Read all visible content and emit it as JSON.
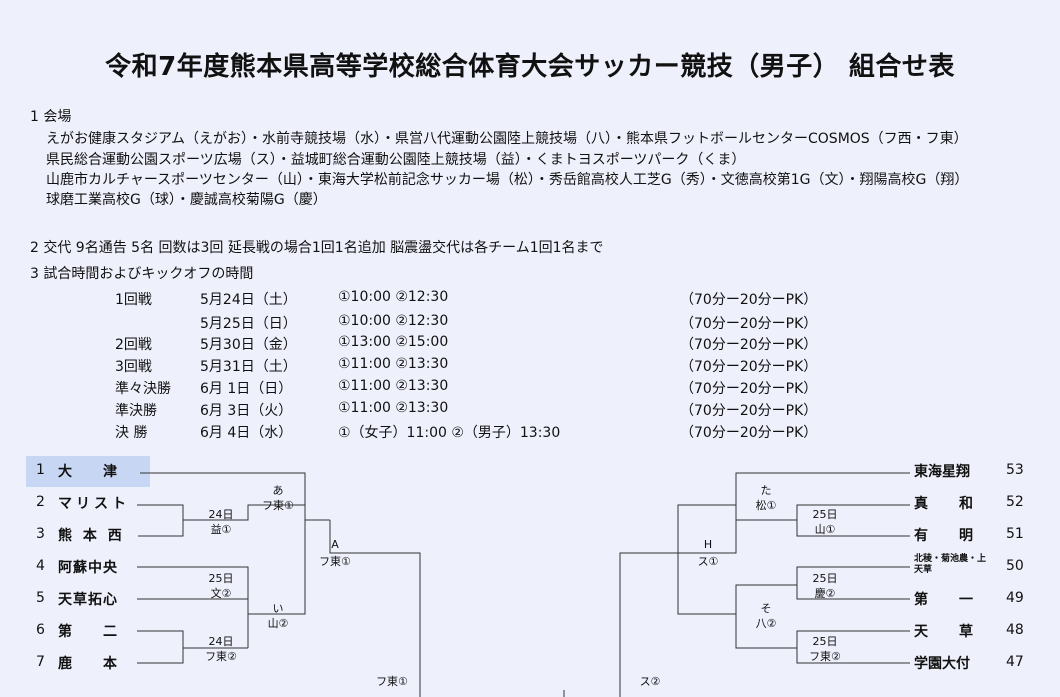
{
  "title": "令和7年度熊本県高等学校総合体育大会サッカー競技（男子） 組合せ表",
  "venue": {
    "heading": "1 会場",
    "lines": [
      "えがお健康スタジアム（えがお）・水前寺競技場（水）・県営八代運動公園陸上競技場（八）・熊本県フットボールセンターCOSMOS（フ西・フ東）",
      "県民総合運動公園スポーツ広場（ス）・益城町総合運動公園陸上競技場（益）・くまトヨスポーツパーク（くま）",
      "山鹿市カルチャースポーツセンター（山）・東海大学松前記念サッカー場（松）・秀岳館高校人工芝G（秀）・文徳高校第1G（文）・翔陽高校G（翔）",
      "球磨工業高校G（球）・慶誠高校菊陽G（慶）"
    ]
  },
  "substitution": "2 交代 9名通告 5名 回数は3回 延長戦の場合1回1名追加 脳震盪交代は各チーム1回1名まで",
  "schedule": {
    "heading": "3 試合時間およびキックオフの時間",
    "rows": [
      {
        "round": "1回戦",
        "date": "5月24日（土）",
        "times": "①10:00 ②12:30",
        "format": "（70分ー20分ーPK）"
      },
      {
        "round": "",
        "date": "5月25日（日）",
        "times": "①10:00 ②12:30",
        "format": "（70分ー20分ーPK）"
      },
      {
        "round": "2回戦",
        "date": "5月30日（金）",
        "times": "①13:00 ②15:00",
        "format": "（70分ー20分ーPK）"
      },
      {
        "round": "3回戦",
        "date": "5月31日（土）",
        "times": "①11:00 ②13:30",
        "format": "（70分ー20分ーPK）"
      },
      {
        "round": "準々決勝",
        "date": "6月 1日（日）",
        "times": "①11:00 ②13:30",
        "format": "（70分ー20分ーPK）"
      },
      {
        "round": "準決勝",
        "date": "6月 3日（火）",
        "times": "①11:00 ②13:30",
        "format": "（70分ー20分ーPK）"
      },
      {
        "round": "決 勝",
        "date": "6月 4日（水）",
        "times": "①（女子）11:00 ②（男子）13:30",
        "format": "（70分ー20分ーPK）"
      }
    ]
  },
  "left_teams": [
    {
      "num": "1",
      "name": "大　　津"
    },
    {
      "num": "2",
      "name": "マリスト"
    },
    {
      "num": "3",
      "name": "熊 本 西"
    },
    {
      "num": "4",
      "name": "阿蘇中央"
    },
    {
      "num": "5",
      "name": "天草拓心"
    },
    {
      "num": "6",
      "name": "第　　二"
    },
    {
      "num": "7",
      "name": "鹿　　本"
    }
  ],
  "right_teams": [
    {
      "num": "53",
      "name": "東海星翔"
    },
    {
      "num": "52",
      "name": "真　　和"
    },
    {
      "num": "51",
      "name": "有　　明"
    },
    {
      "num": "50",
      "name": "北稜・菊池農・上天草"
    },
    {
      "num": "49",
      "name": "第　　一"
    },
    {
      "num": "48",
      "name": "天　　草"
    },
    {
      "num": "47",
      "name": "学園大付"
    }
  ],
  "left_matches": {
    "m1": {
      "date": "24日",
      "venue": "益①"
    },
    "m2": {
      "date": "25日",
      "venue": "文②"
    },
    "m3": {
      "date": "24日",
      "venue": "フ東②"
    },
    "a": {
      "label": "あ",
      "venue": "フ東①"
    },
    "i": {
      "label": "い",
      "venue": "山②"
    },
    "A": {
      "label": "A",
      "venue": "フ東①"
    },
    "next": {
      "venue": "フ東①"
    }
  },
  "right_matches": {
    "m1": {
      "date": "25日",
      "venue": "山①"
    },
    "m2": {
      "date": "25日",
      "venue": "慶②"
    },
    "m3": {
      "date": "25日",
      "venue": "フ東②"
    },
    "ta": {
      "label": "た",
      "venue": "松①"
    },
    "so": {
      "label": "そ",
      "venue": "八②"
    },
    "H": {
      "label": "H",
      "venue": "ス①"
    },
    "next": {
      "venue": "ス②"
    }
  }
}
